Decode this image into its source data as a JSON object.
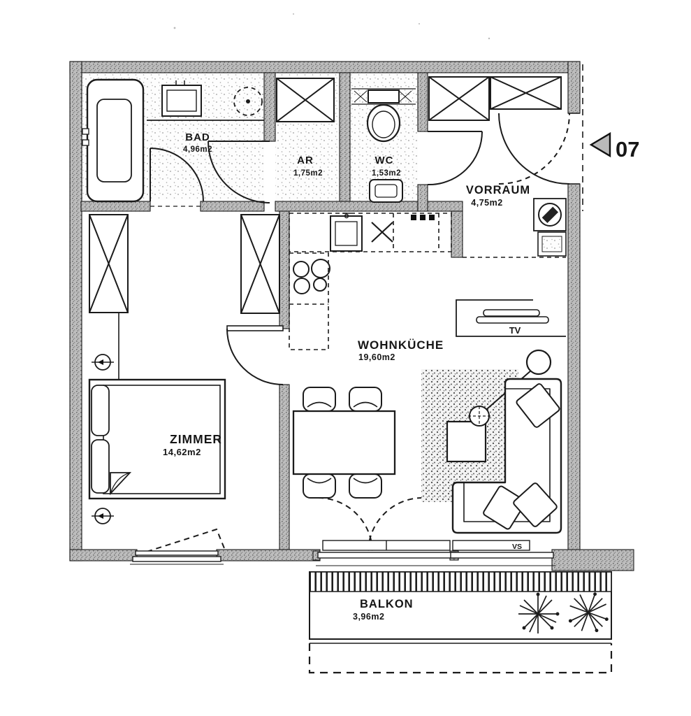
{
  "plan": {
    "unit_label": "07",
    "rooms": [
      {
        "id": "bad",
        "name": "BAD",
        "area": "4,96m2"
      },
      {
        "id": "ar",
        "name": "AR",
        "area": "1,75m2"
      },
      {
        "id": "wc",
        "name": "WC",
        "area": "1,53m2"
      },
      {
        "id": "vorraum",
        "name": "VORRAUM",
        "area": "4,75m2"
      },
      {
        "id": "wohnkueche",
        "name": "WOHNKÜCHE",
        "area": "19,60m2"
      },
      {
        "id": "zimmer",
        "name": "ZIMMER",
        "area": "14,62m2"
      },
      {
        "id": "balkon",
        "name": "BALKON",
        "area": "3,96m2"
      }
    ],
    "annotations": {
      "tv_label": "TV",
      "vs_label": "VS"
    }
  }
}
